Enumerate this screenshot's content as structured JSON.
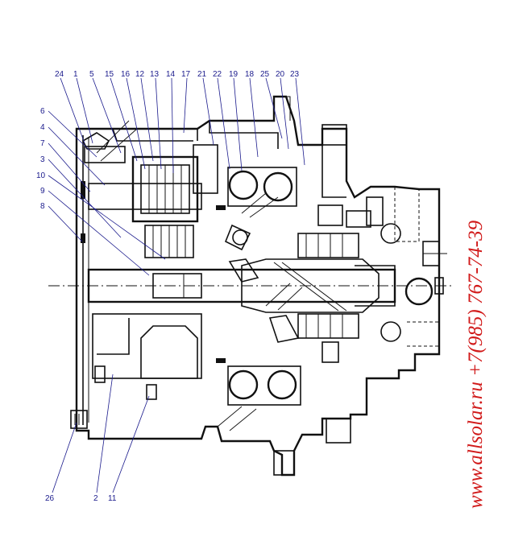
{
  "diagram": {
    "callouts_top": [
      "24",
      "1",
      "5",
      "15",
      "16",
      "12",
      "13",
      "14",
      "17",
      "21",
      "22",
      "19",
      "18",
      "25",
      "20",
      "23"
    ],
    "callouts_left": [
      "6",
      "4",
      "7",
      "3",
      "10",
      "9",
      "8"
    ],
    "callouts_bottom": [
      "26",
      "2",
      "11"
    ]
  },
  "watermark": {
    "text": "www.allsolar.ru  +7(985) 767-74-39",
    "color": "#d11a1a"
  },
  "colors": {
    "ink": "#111111",
    "callout": "#1a1a8c"
  }
}
